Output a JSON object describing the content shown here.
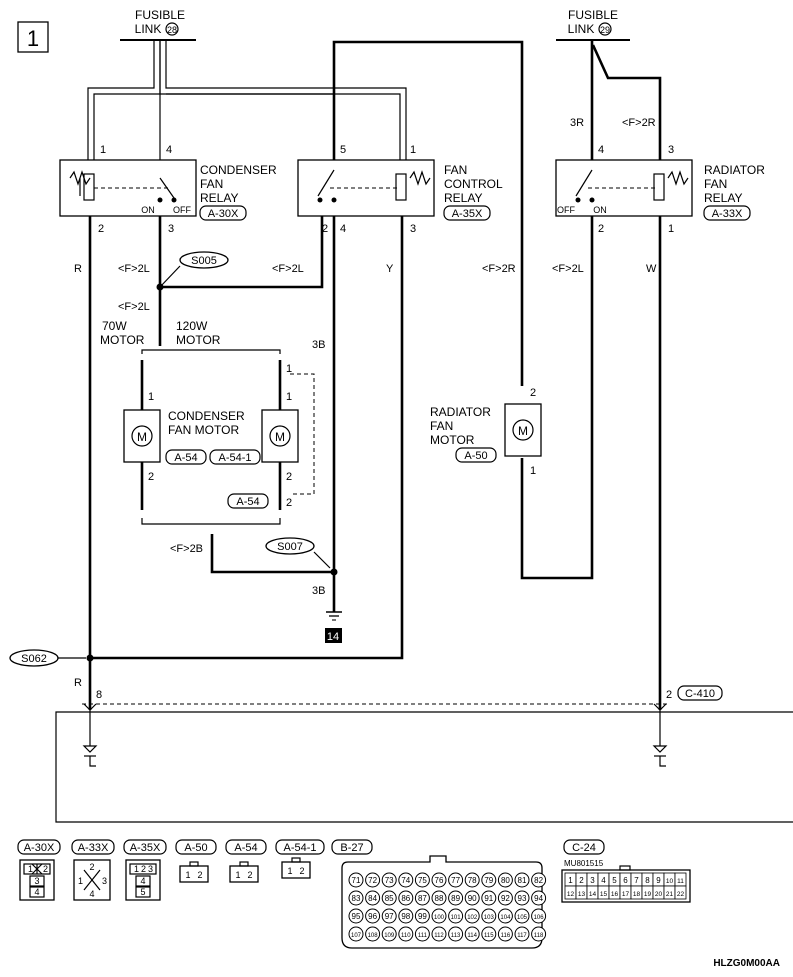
{
  "page_number": "1",
  "fusible_links": [
    {
      "label": "FUSIBLE\nLINK",
      "num": "28"
    },
    {
      "label": "FUSIBLE\nLINK",
      "num": "29"
    }
  ],
  "relays": [
    {
      "name": [
        "CONDENSER",
        "FAN",
        "RELAY"
      ],
      "code": "A-30X",
      "pins_top": [
        "1",
        "4"
      ],
      "pins_bottom": [
        "2",
        "3"
      ],
      "on": "ON",
      "off": "OFF"
    },
    {
      "name": [
        "FAN",
        "CONTROL",
        "RELAY"
      ],
      "code": "A-35X",
      "pins_top": [
        "5",
        "1"
      ],
      "pins_bottom": [
        "2",
        "4",
        "3"
      ]
    },
    {
      "name": [
        "RADIATOR",
        "FAN",
        "RELAY"
      ],
      "code": "A-33X",
      "pins_top": [
        "4",
        "3"
      ],
      "pins_bottom": [
        "2",
        "1"
      ],
      "on": "ON",
      "off": "OFF"
    }
  ],
  "wire_labels": {
    "r1": "R",
    "f2l_a": "<F>2L",
    "f2l_b": "<F>2L",
    "f2l_c": "<F>2L",
    "y": "Y",
    "f2r_a": "<F>2R",
    "f2l_d": "<F>2L",
    "w": "W",
    "r3": "3R",
    "f2r_top": "<F>2R",
    "b3_top": "3B",
    "f2b": "<F>2B",
    "b3_bot": "3B",
    "r_bottom": "R"
  },
  "splices": {
    "s005": "S005",
    "s007": "S007",
    "s062": "S062"
  },
  "motor_labels": {
    "w70": "70W",
    "w120": "120W",
    "motor": "MOTOR"
  },
  "condenser_motor": {
    "name": [
      "CONDENSER",
      "FAN MOTOR"
    ],
    "code1": "A-54",
    "code2": "A-54-1",
    "code3": "A-54",
    "pin1": "1",
    "pin2": "2"
  },
  "radiator_motor": {
    "name": [
      "RADIATOR",
      "FAN",
      "MOTOR"
    ],
    "code": "A-50",
    "pin_top": "2",
    "pin_bot": "1"
  },
  "ground_num": "14",
  "ecu_pins": {
    "left": "8",
    "right": "2",
    "connector": "C-410"
  },
  "connectors": [
    "A-30X",
    "A-33X",
    "A-35X",
    "A-50",
    "A-54",
    "A-54-1",
    "B-27"
  ],
  "conn_pins": {
    "a30x": [
      "1",
      "2",
      "3",
      "4"
    ],
    "a33x": [
      "1",
      "2",
      "3",
      "4"
    ],
    "a35x": [
      "1",
      "2",
      "3",
      "4",
      "5"
    ],
    "two_pin": [
      "1",
      "2"
    ]
  },
  "b27_rows": [
    [
      "71",
      "72",
      "73",
      "74",
      "75",
      "76",
      "77",
      "78",
      "79",
      "80",
      "81",
      "82"
    ],
    [
      "83",
      "84",
      "85",
      "86",
      "87",
      "88",
      "89",
      "90",
      "91",
      "92",
      "93",
      "94"
    ],
    [
      "95",
      "96",
      "97",
      "98",
      "99",
      "100",
      "101",
      "102",
      "103",
      "104",
      "105",
      "106"
    ],
    [
      "107",
      "108",
      "109",
      "110",
      "111",
      "112",
      "113",
      "114",
      "115",
      "116",
      "117",
      "118"
    ]
  ],
  "c24": {
    "code": "C-24",
    "part": "MU801515",
    "row1": [
      "1",
      "2",
      "3",
      "4",
      "5",
      "6",
      "7",
      "8",
      "9",
      "10",
      "11"
    ],
    "row2": [
      "12",
      "13",
      "14",
      "15",
      "16",
      "17",
      "18",
      "19",
      "20",
      "21",
      "22"
    ]
  },
  "figure_id": "HLZG0M00AA"
}
